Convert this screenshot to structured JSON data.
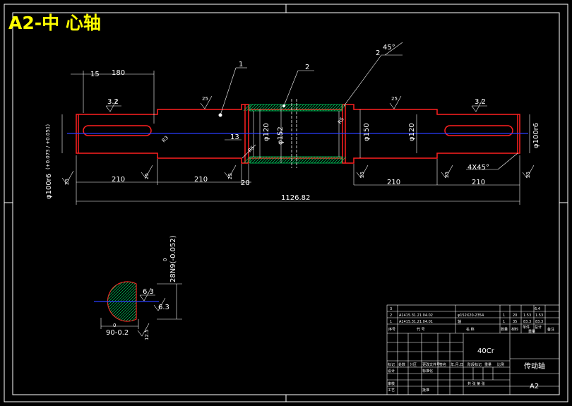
{
  "title": "A2-中 心轴",
  "colors": {
    "background": "#000000",
    "title": "#ffff00",
    "outline": "#ff2020",
    "centerline": "#2a3cff",
    "hatch": "#00d060",
    "dimension": "#ffffff"
  },
  "dimensions": {
    "d15": "15",
    "d180": "180",
    "d210a": "210",
    "d210b": "210",
    "d20": "20",
    "d210c": "210",
    "d210d": "210",
    "total": "1126.82",
    "d13": "13",
    "dia120a": "φ120",
    "dia152": "φ152",
    "dia150": "φ150",
    "dia120b": "φ120",
    "left_fit_main": "φ100r6",
    "left_fit_tol": "(+0.073 / +0.051)",
    "right_fit": "φ100r6",
    "chamfer_4x45": "4X45°",
    "chamfer_2x45_num": "2",
    "chamfer_2x45_ang": "45°",
    "r3": "R3",
    "r5": "R5",
    "r5b": "R5"
  },
  "roughness": {
    "left_key": "3.2",
    "right_key": "3.2",
    "r25_body": "25",
    "r25_right": "25",
    "r25_a": "25",
    "r25_b": "25",
    "r25_c": "25",
    "r25_d": "25",
    "r25_e": "25",
    "r25_f": "25"
  },
  "balloons": {
    "b1": "1",
    "b2": "2"
  },
  "section": {
    "key_width": "28N9(-0.052)",
    "key_width_upper": "0",
    "depth": "90-0.2",
    "depth_upper": "0",
    "r63a": "6.3",
    "r63b": "6.3",
    "r125": "12.5"
  },
  "title_block": {
    "row3_num": "3",
    "row3_code": "",
    "row3_name": "",
    "row3_val": "6.4",
    "row2_num": "2",
    "row2_code": "A1415.31.21.04.02",
    "row2_name": "φ152X20-2354",
    "row2_qty": "1",
    "row2_w1": "20",
    "row2_w2": "1.53",
    "row2_w3": "1.53",
    "row1_num": "1",
    "row1_code": "A1415.31.21.04.01",
    "row1_name": "轴",
    "row1_qty": "1",
    "row1_w1": "35",
    "row1_w2": "83.3",
    "row1_w3": "83.3",
    "hdr_seq": "序号",
    "hdr_code": "代 号",
    "hdr_name": "名 称",
    "hdr_qty": "数量",
    "hdr_mat": "材料",
    "hdr_unit": "单件",
    "hdr_total": "总计",
    "hdr_weight": "重量",
    "hdr_remark": "备注",
    "material": "40Cr",
    "part_name": "传动轴",
    "sheet": "A2",
    "lbl_design": "设计",
    "lbl_check": "审核",
    "lbl_process": "工艺",
    "lbl_mark": "标记",
    "lbl_count": "处数",
    "lbl_zone": "分区",
    "lbl_docno": "更改文件号",
    "lbl_sign": "签名",
    "lbl_date": "年.月.日",
    "lbl_std": "标准化",
    "lbl_approve": "批准",
    "lbl_stage": "阶段标记",
    "lbl_weight": "重量",
    "lbl_scale": "比例",
    "lbl_sheets": "共 张 第 张"
  }
}
